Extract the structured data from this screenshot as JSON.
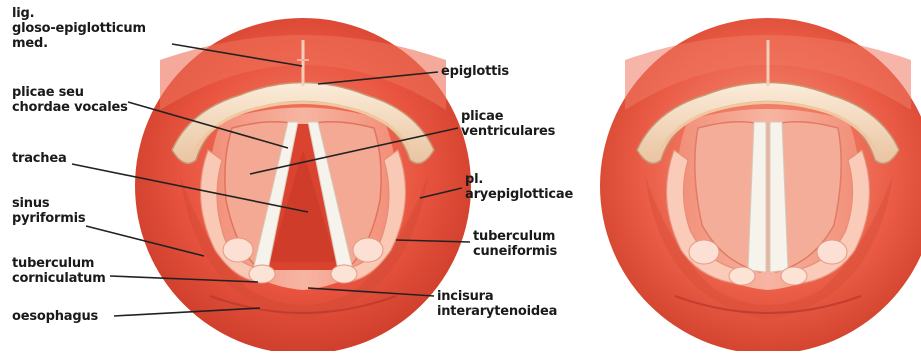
{
  "figure": {
    "labels_left": [
      {
        "id": "lig",
        "lines": [
          "lig.",
          "gloso-epiglotticum",
          "med."
        ]
      },
      {
        "id": "plicae-vocales",
        "lines": [
          "plicae seu",
          "chordae vocales"
        ]
      },
      {
        "id": "trachea",
        "lines": [
          "trachea"
        ]
      },
      {
        "id": "sinus",
        "lines": [
          "sinus",
          "pyriformis"
        ]
      },
      {
        "id": "tuberculum-corniculatum",
        "lines": [
          "tuberculum",
          "corniculatum"
        ]
      },
      {
        "id": "oesophagus",
        "lines": [
          "oesophagus"
        ]
      }
    ],
    "labels_right": [
      {
        "id": "epiglottis",
        "lines": [
          "epiglottis"
        ]
      },
      {
        "id": "plicae-ventriculares",
        "lines": [
          "plicae",
          "ventriculares"
        ]
      },
      {
        "id": "aryepiglotticae",
        "lines": [
          "pl.",
          "aryepiglotticae"
        ]
      },
      {
        "id": "tuberculum-cuneiformis",
        "lines": [
          "tuberculum",
          "cuneiformis"
        ]
      },
      {
        "id": "incisura",
        "lines": [
          "incisura",
          "interarytenoidea"
        ]
      }
    ],
    "colors": {
      "background": "#ffffff",
      "tissue_outer": "#e8543f",
      "tissue_inner": "#f07a63",
      "tissue_light": "#f6b39f",
      "epiglottis": "#f3d9c0",
      "cord": "#f4f1ec",
      "line": "#222222"
    }
  }
}
